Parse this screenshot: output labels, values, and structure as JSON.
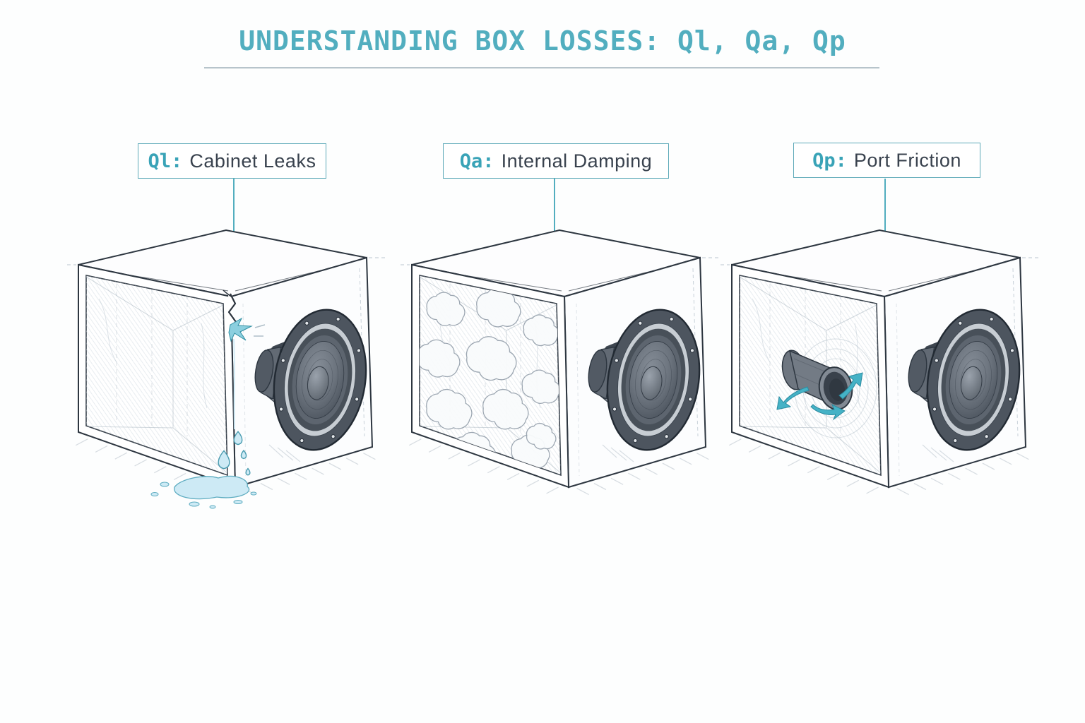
{
  "title": "UNDERSTANDING BOX LOSSES: Ql, Qa, Qp",
  "panels": [
    {
      "id": "Ql",
      "prefix": "Ql:",
      "label": "Cabinet Leaks",
      "illustration": "speaker-cabinet-with-cracked-seam-air-leak-and-water-drips"
    },
    {
      "id": "Qa",
      "prefix": "Qa:",
      "label": "Internal Damping",
      "illustration": "speaker-cabinet-filled-with-fluffy-damping-stuffing"
    },
    {
      "id": "Qp",
      "prefix": "Qp:",
      "label": "Port Friction",
      "illustration": "speaker-cabinet-with-internal-port-tube-and-airflow-arrows"
    }
  ],
  "colors": {
    "accent_teal": "#52aebf",
    "prefix_teal": "#39a3b7",
    "outline_dark": "#2d3640",
    "label_text": "#39424e",
    "rule_gray": "#b7c4cb",
    "water_blue": "#cdeaf5",
    "burst_teal": "#8bcfdf",
    "arrow_teal": "#45b2c6"
  }
}
